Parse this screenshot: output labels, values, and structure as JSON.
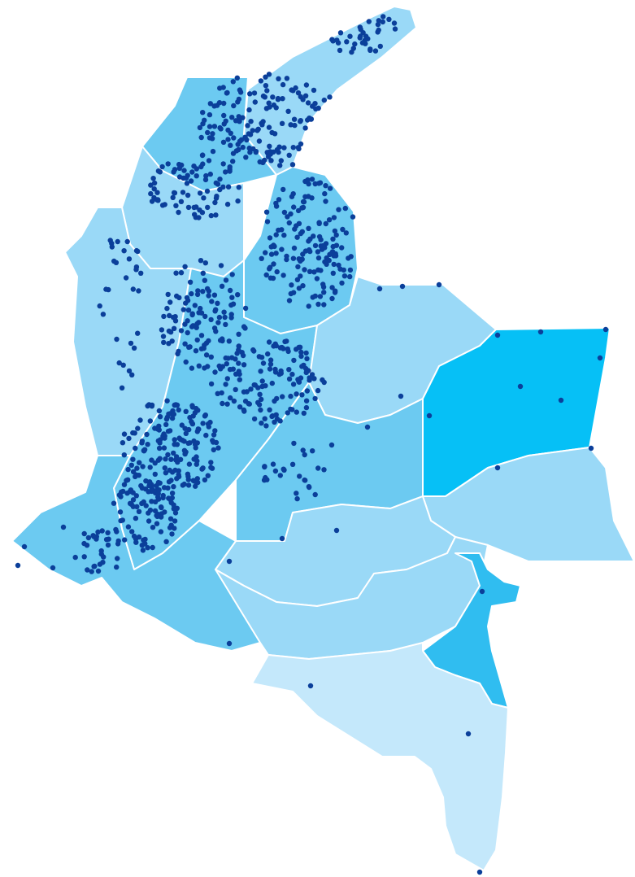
{
  "map": {
    "colors": {
      "background": "#ffffff",
      "border": "#ffffff",
      "marker": "#0b3f9a",
      "level_1": "#c4e8fb",
      "level_2": "#9ad9f7",
      "level_3": "#6ccaf1",
      "level_4": "#30bdf0",
      "level_5": "#06c0f6"
    },
    "regions": [
      {
        "id": "region-north-peninsula",
        "level": 2
      },
      {
        "id": "region-north-coast-west",
        "level": 3
      },
      {
        "id": "region-north-coast-center",
        "level": 2
      },
      {
        "id": "region-northwest-pacific",
        "level": 2
      },
      {
        "id": "region-northeast-border",
        "level": 3
      },
      {
        "id": "region-central-andes",
        "level": 3
      },
      {
        "id": "region-eastern-plains",
        "level": 2
      },
      {
        "id": "region-far-east",
        "level": 5
      },
      {
        "id": "region-central-east",
        "level": 3
      },
      {
        "id": "region-east-middle",
        "level": 2
      },
      {
        "id": "region-central-south",
        "level": 2
      },
      {
        "id": "region-southwest-coast",
        "level": 3
      },
      {
        "id": "region-south-center",
        "level": 2
      },
      {
        "id": "region-southeast-block",
        "level": 4
      },
      {
        "id": "region-south-amazon",
        "level": 1
      }
    ]
  }
}
